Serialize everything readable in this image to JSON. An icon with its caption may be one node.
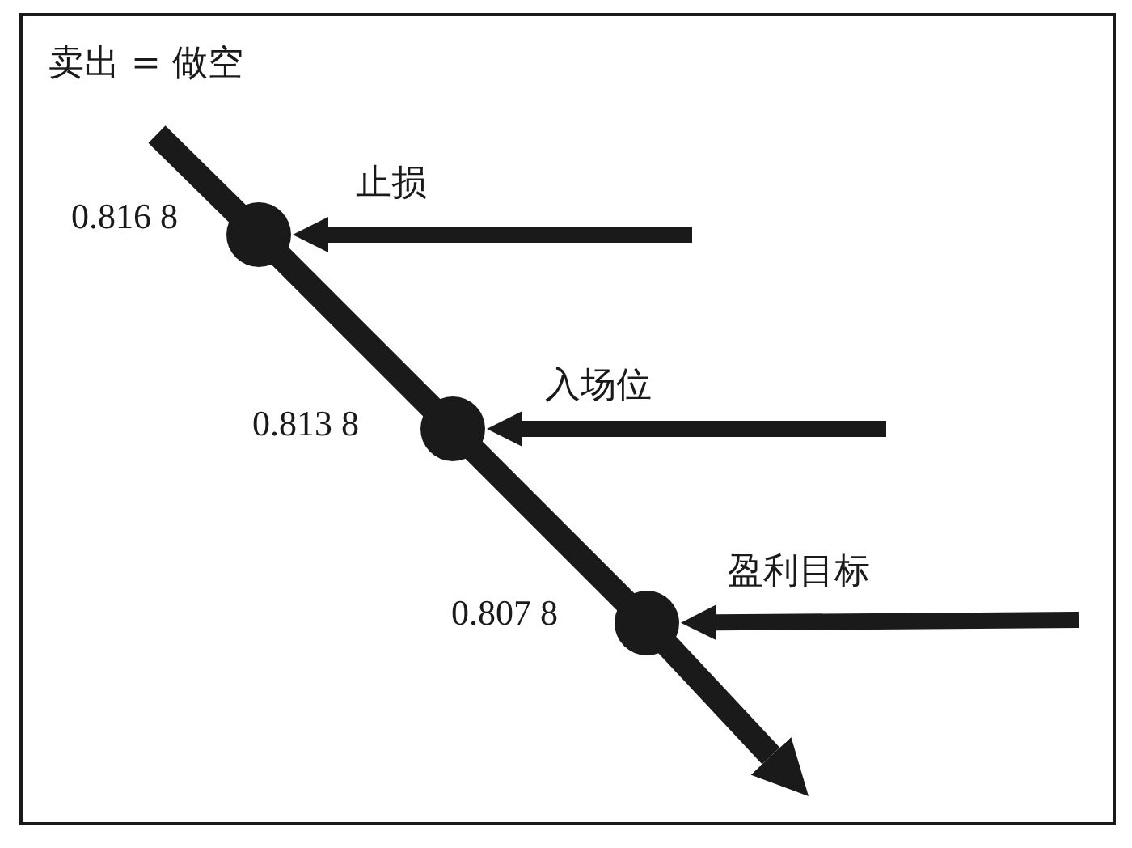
{
  "diagram": {
    "title": "卖出 = 做空",
    "nodes": [
      {
        "text": [],
        "shape": "circle",
        "beside": [
          "0.816 8"
        ]
      },
      {
        "text": [],
        "shape": "circle",
        "beside": [
          "0.813 8"
        ]
      },
      {
        "text": [],
        "shape": "circle",
        "beside": [
          "0.807 8"
        ]
      }
    ],
    "edges": [
      {
        "from": null,
        "to": 0,
        "arrow": "to",
        "label": "止损"
      },
      {
        "from": null,
        "to": 1,
        "arrow": "to",
        "label": "入场位"
      },
      {
        "from": null,
        "to": 2,
        "arrow": "to",
        "label": "盈利目标"
      },
      {
        "from": null,
        "to": 0,
        "arrow": "none"
      },
      {
        "from": 0,
        "to": 1,
        "arrow": "none"
      },
      {
        "from": 1,
        "to": 2,
        "arrow": "none"
      },
      {
        "from": 2,
        "to": null,
        "arrow": "to"
      }
    ]
  }
}
